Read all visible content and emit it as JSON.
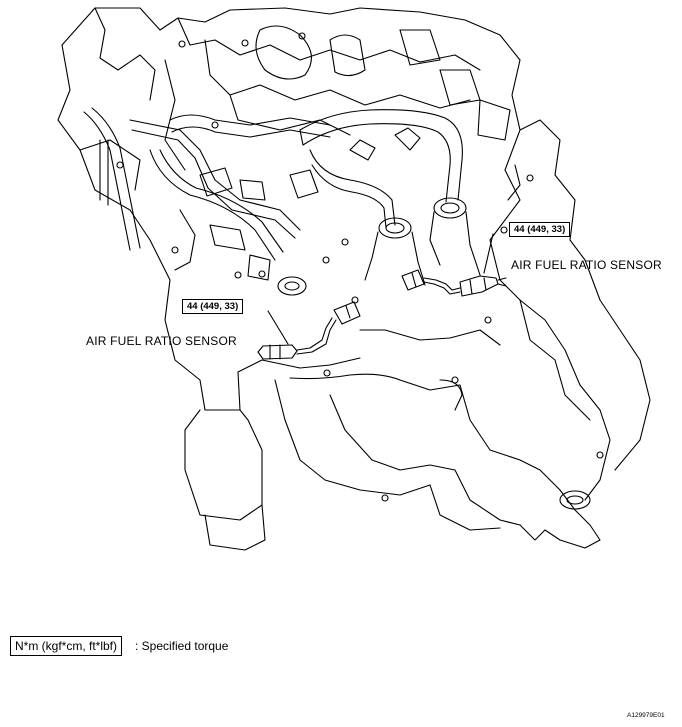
{
  "labels": {
    "sensor_left": "AIR FUEL RATIO SENSOR",
    "sensor_right": "AIR FUEL RATIO SENSOR"
  },
  "torque": {
    "left": "44 (449, 33)",
    "right": "44 (449, 33)"
  },
  "legend": {
    "units": "N*m (kgf*cm, ft*lbf)",
    "description": ": Specified torque"
  },
  "figure_id": "A129979E01"
}
